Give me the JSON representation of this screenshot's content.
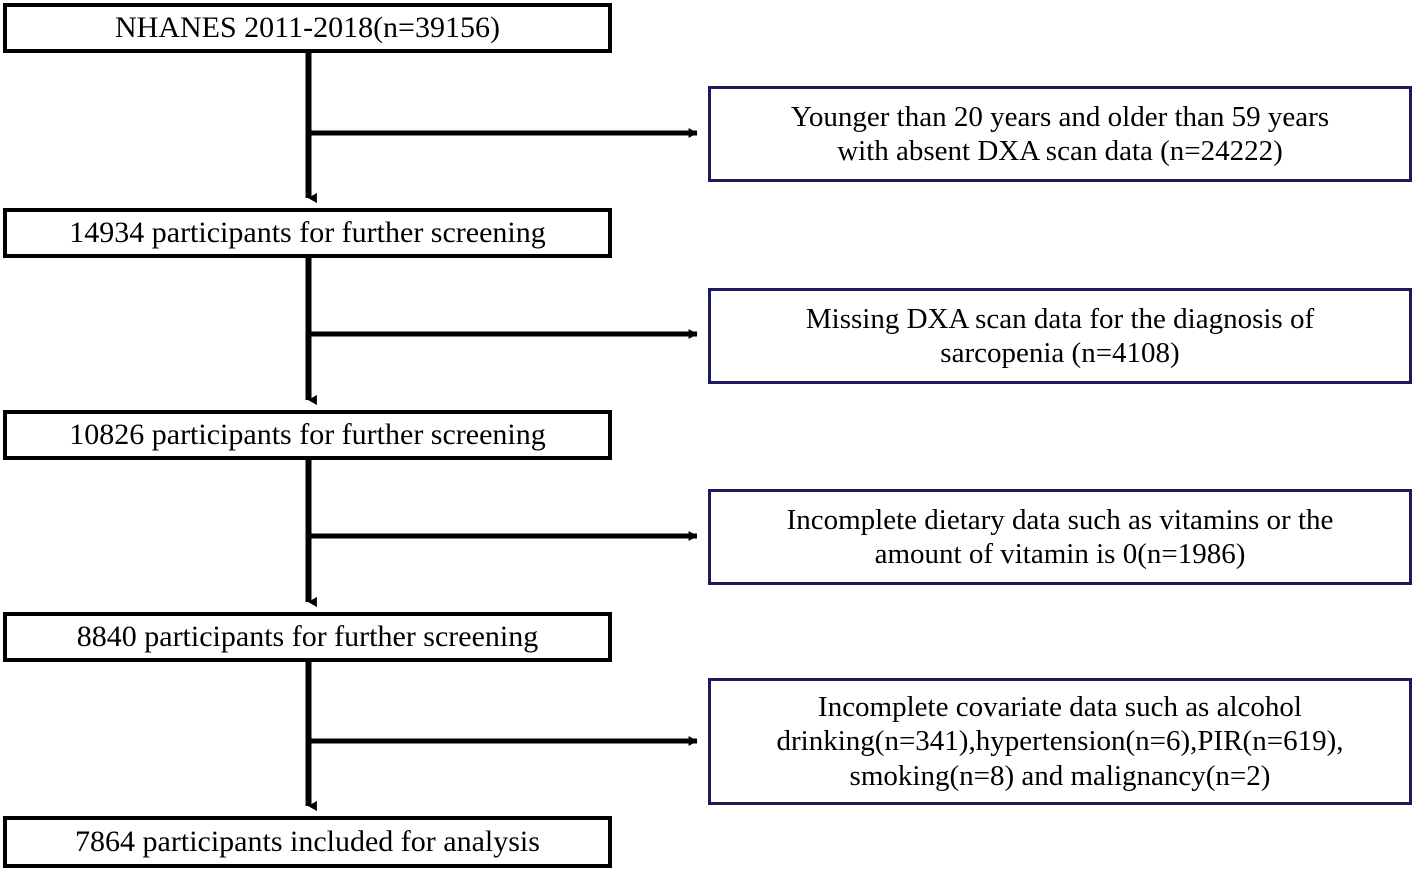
{
  "diagram": {
    "title": "NHANES participant selection flowchart",
    "type": "flowchart",
    "colors": {
      "main_box_border": "#000000",
      "exclusion_box_border": "#1b1b5e",
      "connector": "#000000",
      "background": "#ffffff",
      "text": "#000000"
    },
    "main_nodes": [
      {
        "id": "node-source",
        "label": "NHANES 2011-2018(n=39156)",
        "lines": [
          "NHANES 2011-2018(n=39156)"
        ],
        "count": 39156
      },
      {
        "id": "node-screen-1",
        "label": "14934 participants for further screening",
        "lines": [
          "14934 participants for further screening"
        ],
        "count": 14934
      },
      {
        "id": "node-screen-2",
        "label": "10826 participants for further screening",
        "lines": [
          "10826 participants for further screening"
        ],
        "count": 10826
      },
      {
        "id": "node-screen-3",
        "label": "8840 participants for further screening",
        "lines": [
          "8840 participants for further screening"
        ],
        "count": 8840
      },
      {
        "id": "node-final",
        "label": "7864 participants included for analysis",
        "lines": [
          "7864 participants included for analysis"
        ],
        "count": 7864
      }
    ],
    "exclusion_nodes": [
      {
        "id": "excl-1",
        "lines": [
          "Younger than 20 years and older than 59 years",
          "with absent DXA scan data (n=24222)"
        ],
        "count": 24222
      },
      {
        "id": "excl-2",
        "lines": [
          "Missing DXA scan data for the diagnosis of",
          "sarcopenia (n=4108)"
        ],
        "count": 4108
      },
      {
        "id": "excl-3",
        "lines": [
          "Incomplete dietary data such as vitamins or the",
          "amount of vitamin is 0(n=1986)"
        ],
        "count": 1986
      },
      {
        "id": "excl-4",
        "lines": [
          "Incomplete covariate data such as alcohol",
          "drinking(n=341),hypertension(n=6),PIR(n=619),",
          "smoking(n=8) and malignancy(n=2)"
        ],
        "counts": {
          "alcohol_drinking": 341,
          "hypertension": 6,
          "PIR": 619,
          "smoking": 8,
          "malignancy": 2
        }
      }
    ],
    "connectors": [
      {
        "id": "connector-1",
        "from": "node-source",
        "to_down": "node-screen-1",
        "to_right": "excl-1"
      },
      {
        "id": "connector-2",
        "from": "node-screen-1",
        "to_down": "node-screen-2",
        "to_right": "excl-2"
      },
      {
        "id": "connector-3",
        "from": "node-screen-2",
        "to_down": "node-screen-3",
        "to_right": "excl-3"
      },
      {
        "id": "connector-4",
        "from": "node-screen-3",
        "to_down": "node-final",
        "to_right": "excl-4"
      }
    ]
  }
}
